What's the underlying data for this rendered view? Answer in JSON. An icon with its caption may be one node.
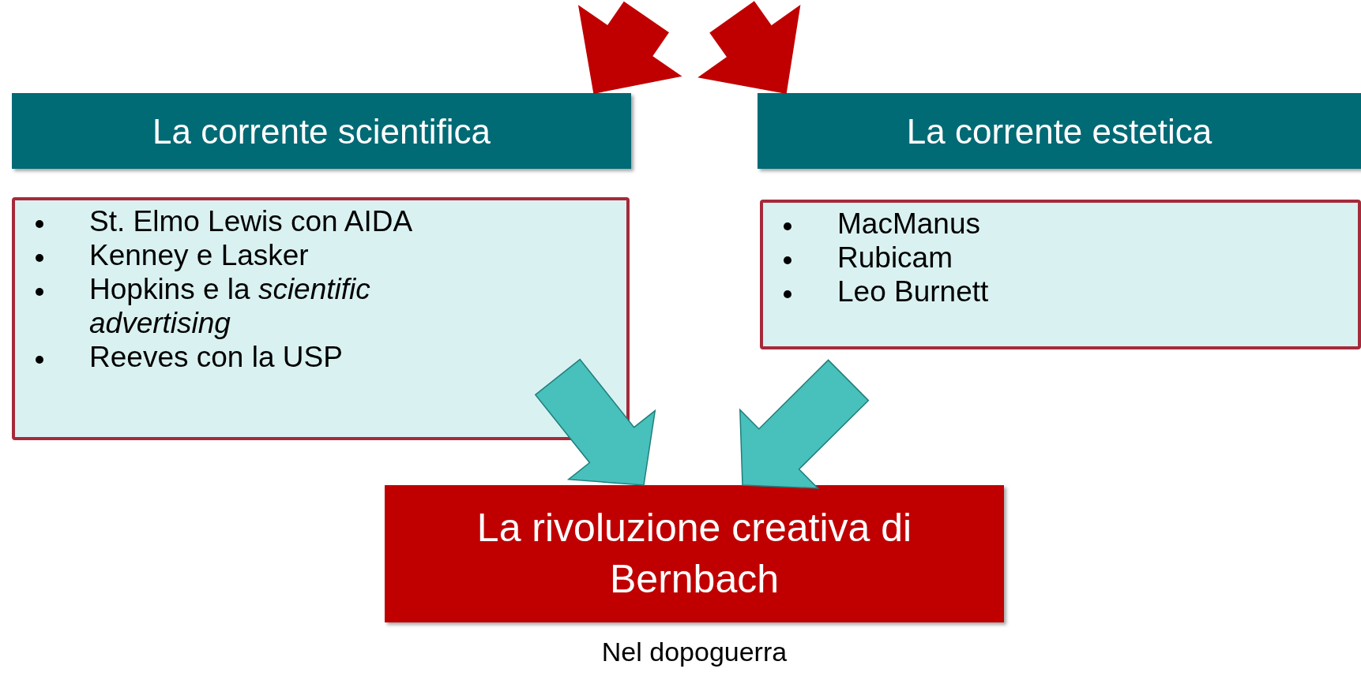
{
  "diagram": {
    "nodes": [
      {
        "text": [
          "La corrente scientifica"
        ]
      },
      {
        "text": [
          "St. Elmo Lewis con AIDA",
          "Kenney e Lasker",
          "Hopkins e la *scientific advertising*",
          "Reeves con la USP"
        ]
      },
      {
        "text": [
          "La corrente estetica"
        ]
      },
      {
        "text": [
          "MacManus",
          "Rubicam",
          "Leo Burnett"
        ]
      },
      {
        "text": [
          "La rivoluzione creativa di Bernbach"
        ],
        "beside": [
          "Nel dopoguerra"
        ]
      }
    ],
    "edges": [
      {
        "from": null,
        "to": 0,
        "arrow": "to",
        "color": "#c00000"
      },
      {
        "from": null,
        "to": 2,
        "arrow": "to",
        "color": "#c00000"
      },
      {
        "from": 1,
        "to": 4,
        "arrow": "to"
      },
      {
        "from": 3,
        "to": 4,
        "arrow": "to"
      }
    ]
  }
}
